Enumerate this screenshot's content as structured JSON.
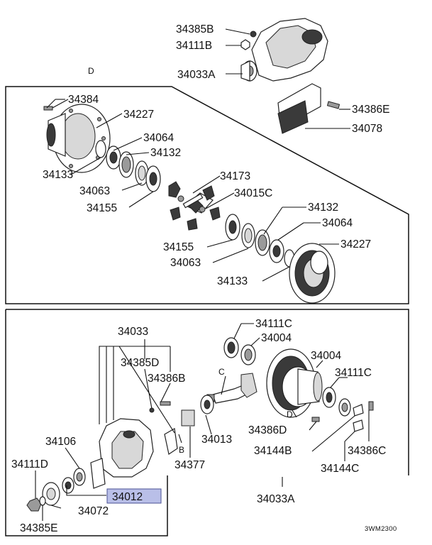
{
  "diagram": {
    "labels": {
      "l34385B": "34385B",
      "l34111B": "34111B",
      "l34033A_top": "34033A",
      "lD_top": "D",
      "l34384": "34384",
      "l34227_a": "34227",
      "l34064_a": "34064",
      "l34132_a": "34132",
      "l34133_a": "34133",
      "l34063_a": "34063",
      "l34155_a": "34155",
      "l34173": "34173",
      "l34015C": "34015C",
      "l34386E": "34386E",
      "l34078": "34078",
      "l34132_b": "34132",
      "l34064_b": "34064",
      "l34227_b": "34227",
      "l34155_b": "34155",
      "l34063_b": "34063",
      "l34133_b": "34133",
      "l34111C_a": "34111C",
      "l34004_a": "34004",
      "l34033": "34033",
      "l34385D": "34385D",
      "l34386B": "34386B",
      "lC": "C",
      "l34004_b": "34004",
      "l34111C_b": "34111C",
      "lD_bottom": "D",
      "l34106": "34106",
      "l34111D": "34111D",
      "lB": "B",
      "l34013": "34013",
      "l34386D": "34386D",
      "l34144B": "34144B",
      "l34386C": "34386C",
      "l34377": "34377",
      "l34144C": "34144C",
      "l34012": "34012",
      "l34072": "34072",
      "l34033A_bottom": "34033A",
      "l34385E": "34385E"
    },
    "highlight_color": "#b9bfe8",
    "diagram_code": "3WM2300"
  }
}
